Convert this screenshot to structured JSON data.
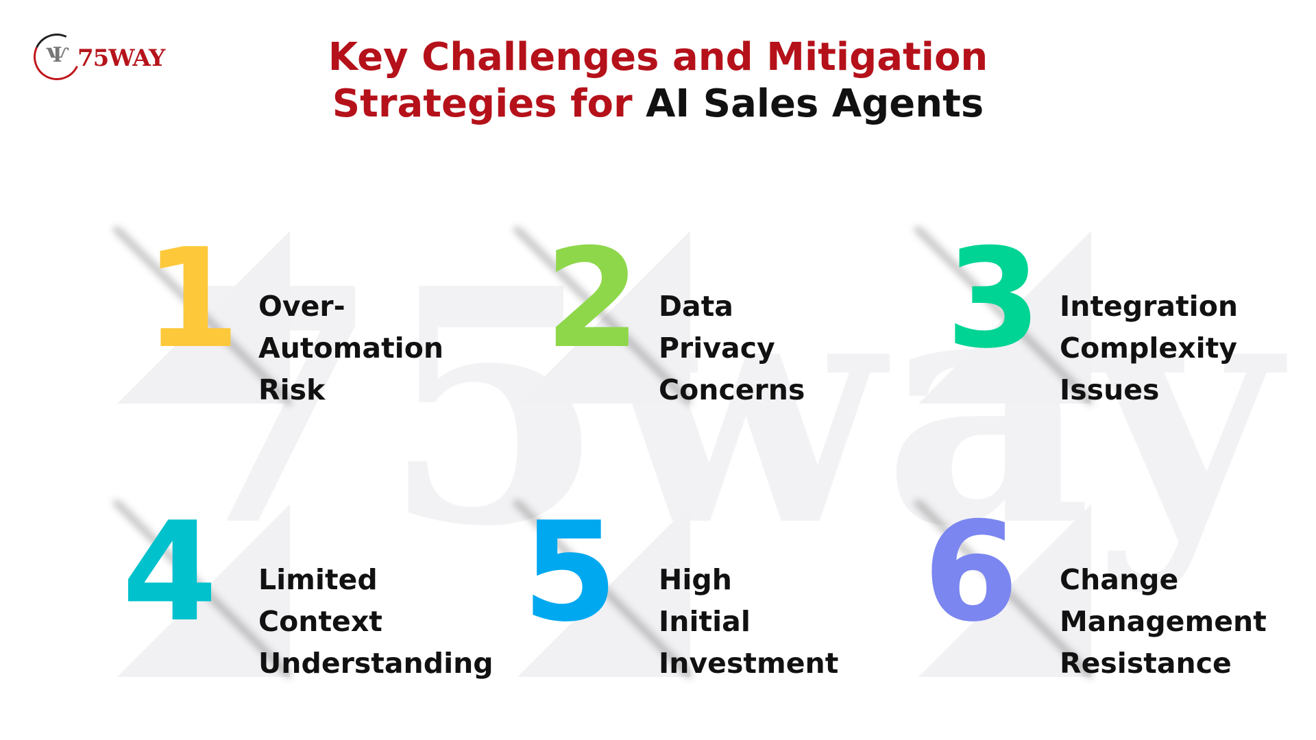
{
  "logo": {
    "text": "75WAY",
    "mark": "Ѱ"
  },
  "title": {
    "line1": "Key Challenges and Mitigation",
    "line2_red": "Strategies for ",
    "line2_dark": "AI Sales Agents"
  },
  "watermark": "75way",
  "items": [
    {
      "number": "1",
      "color": "#fdc83a",
      "lines": [
        "Over-",
        "Automation",
        "Risk"
      ]
    },
    {
      "number": "2",
      "color": "#8ed74a",
      "lines": [
        "Data",
        "Privacy",
        "Concerns"
      ]
    },
    {
      "number": "3",
      "color": "#00d494",
      "lines": [
        "Integration",
        "Complexity",
        "Issues"
      ]
    },
    {
      "number": "4",
      "color": "#00c1cc",
      "lines": [
        "Limited",
        "Context",
        "Understanding"
      ]
    },
    {
      "number": "5",
      "color": "#00a8f0",
      "lines": [
        "High",
        "Initial",
        "Investment"
      ]
    },
    {
      "number": "6",
      "color": "#7b86f0",
      "lines": [
        "Change",
        "Management",
        "Resistance"
      ]
    }
  ]
}
